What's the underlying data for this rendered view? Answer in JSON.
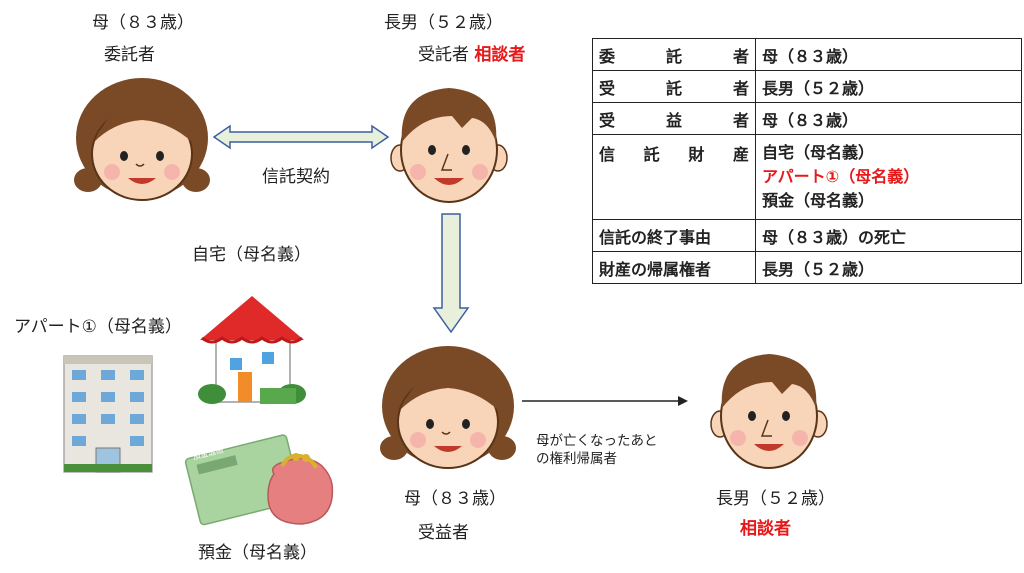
{
  "mother_top": {
    "name": "母（８３歳）",
    "role": "委託者"
  },
  "son_top": {
    "name": "長男（５２歳）",
    "role": "受託者",
    "highlight": "相談者"
  },
  "contract_label": "信託契約",
  "home_label": "自宅（母名義）",
  "apartment_label": "アパート①（母名義）",
  "deposit_label": "預金（母名義）",
  "passbook_text": "預金通帳",
  "mother_bottom": {
    "name": "母（８３歳）",
    "role": "受益者"
  },
  "son_bottom": {
    "name": "長男（５２歳）",
    "highlight": "相談者"
  },
  "arrow_note": {
    "line1": "母が亡くなったあと",
    "line2": "の権利帰属者"
  },
  "table": {
    "row1": {
      "key": [
        "委",
        "託",
        "者"
      ],
      "value": "母（８３歳）"
    },
    "row2": {
      "key": [
        "受",
        "託",
        "者"
      ],
      "value": "長男（５２歳）"
    },
    "row3": {
      "key": [
        "受",
        "益",
        "者"
      ],
      "value": "母（８３歳）"
    },
    "row4": {
      "key": [
        "信",
        "託",
        "財",
        "産"
      ],
      "values": [
        "自宅（母名義）",
        "アパート①（母名義）",
        "預金（母名義）"
      ]
    },
    "row5": {
      "key": "信託の終了事由",
      "value": "母（８３歳）の死亡"
    },
    "row6": {
      "key": "財産の帰属権者",
      "value": "長男（５２歳）"
    }
  },
  "colors": {
    "red": "#e61919",
    "hair": "#7a4a26",
    "skin": "#f8d5b8",
    "arrow_fill": "#e8f0dc",
    "roof": "#e02a2a"
  }
}
